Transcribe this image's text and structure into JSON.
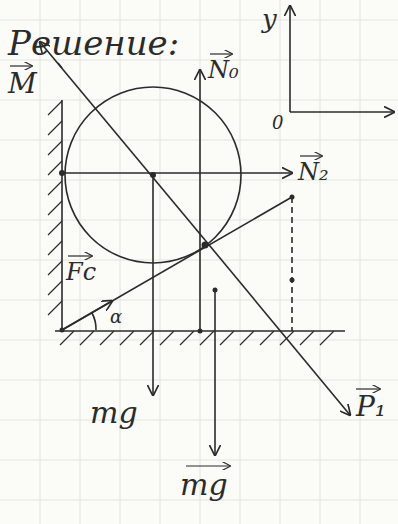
{
  "diagram": {
    "labels": [
      "Решение:",
      "y",
      "0",
      "M",
      "N₀",
      "N₂",
      "Fс",
      "α",
      "mg",
      "mg",
      "P₁"
    ]
  }
}
